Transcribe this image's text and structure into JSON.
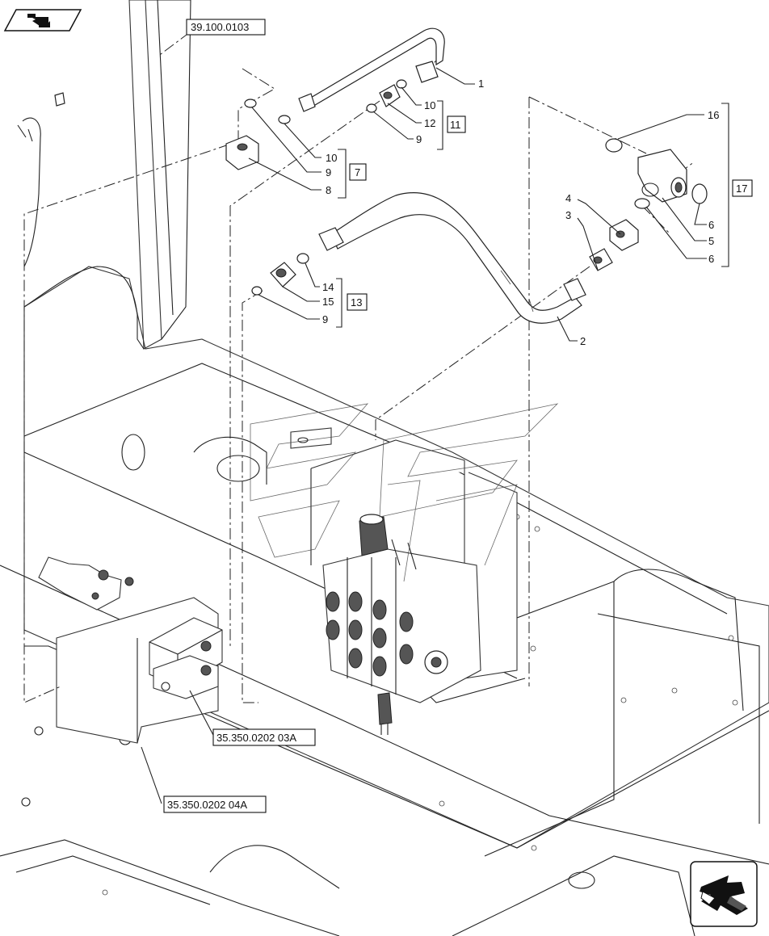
{
  "nav_icons": {
    "top_left": "back-arrow-icon",
    "bottom_right": "forward-arrow-icon"
  },
  "references": [
    {
      "id": "ref-top",
      "text": "39.100.0103"
    },
    {
      "id": "ref-mid",
      "text": "35.350.0202 03A"
    },
    {
      "id": "ref-bottom",
      "text": "35.350.0202 04A"
    }
  ],
  "callouts": {
    "c1": "1",
    "c2": "2",
    "c3": "3",
    "c4": "4",
    "c5": "5",
    "c6a": "6",
    "c6b": "6",
    "c8": "8",
    "c9a": "9",
    "c9b": "9",
    "c9c": "9",
    "c10a": "10",
    "c10b": "10",
    "c12": "12",
    "c14": "14",
    "c15": "15",
    "c16": "16"
  },
  "groups": {
    "g7": "7",
    "g11": "11",
    "g13": "13",
    "g17": "17"
  }
}
